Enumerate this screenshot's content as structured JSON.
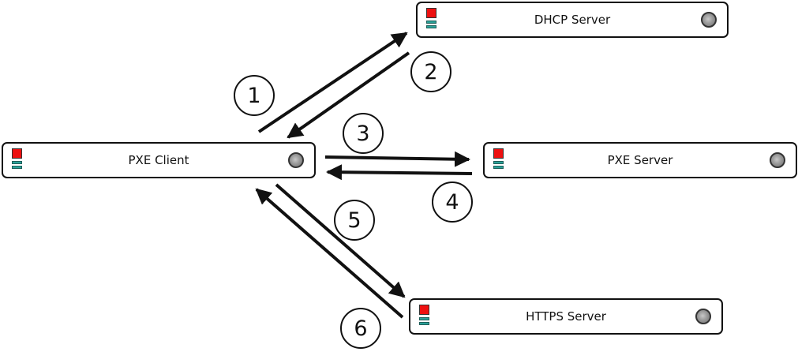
{
  "nodes": {
    "dhcp_server": {
      "label": "DHCP Server"
    },
    "pxe_client": {
      "label": "PXE Client"
    },
    "pxe_server": {
      "label": "PXE Server"
    },
    "https_server": {
      "label": "HTTPS Server"
    }
  },
  "steps": [
    "1",
    "2",
    "3",
    "4",
    "5",
    "6"
  ],
  "colors": {
    "line": "#111111",
    "led_red": "#ee1111",
    "bar_teal": "#2aa198",
    "knob_gray": "#9a9a9a"
  },
  "icons": {
    "status_led": "red-square-led-icon",
    "drive_bays": "teal-bars-icon",
    "power": "gray-knob-icon"
  }
}
